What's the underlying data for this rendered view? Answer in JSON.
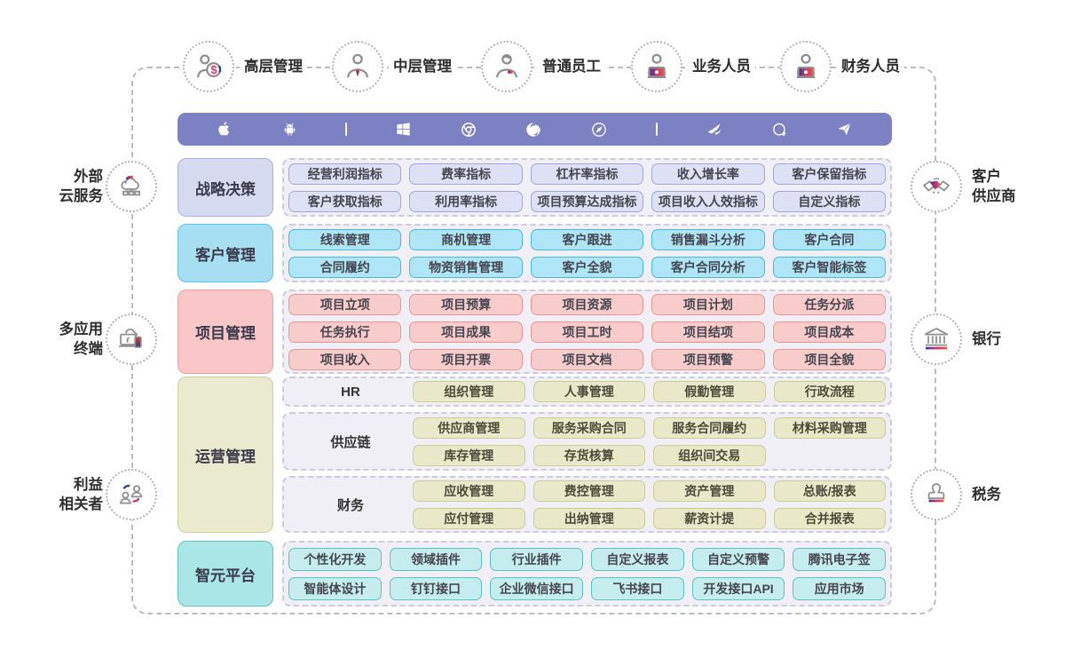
{
  "personas": [
    {
      "label": "高层管理",
      "icon": "executive-icon"
    },
    {
      "label": "中层管理",
      "icon": "manager-icon"
    },
    {
      "label": "普通员工",
      "icon": "employee-icon"
    },
    {
      "label": "业务人员",
      "icon": "business-user-icon"
    },
    {
      "label": "财务人员",
      "icon": "finance-user-icon"
    }
  ],
  "platform_bar": {
    "icons": [
      "apple-icon",
      "android-icon",
      "divider",
      "windows-icon",
      "chrome-icon",
      "firefox-icon",
      "safari-icon",
      "divider",
      "lark-icon",
      "chat-icon",
      "paper-plane-icon"
    ]
  },
  "left_nodes": [
    {
      "lines": [
        "外部",
        "云服务"
      ],
      "icon": "cloud-network-icon"
    },
    {
      "lines": [
        "多应用",
        "终端"
      ],
      "icon": "multi-device-icon"
    },
    {
      "lines": [
        "利益",
        "相关者"
      ],
      "icon": "stakeholders-icon"
    }
  ],
  "right_nodes": [
    {
      "lines": [
        "客户",
        "供应商"
      ],
      "icon": "handshake-icon"
    },
    {
      "lines": [
        "银行"
      ],
      "icon": "bank-icon"
    },
    {
      "lines": [
        "税务"
      ],
      "icon": "stamp-icon"
    }
  ],
  "sections": {
    "strategy": {
      "label": "战略决策",
      "chip_rows": [
        [
          "经营利润指标",
          "费率指标",
          "杠杆率指标",
          "收入增长率",
          "客户保留指标"
        ],
        [
          "客户获取指标",
          "利用率指标",
          "项目预算达成指标",
          "项目收入人效指标",
          "自定义指标"
        ]
      ]
    },
    "customer": {
      "label": "客户管理",
      "chip_rows": [
        [
          "线索管理",
          "商机管理",
          "客户跟进",
          "销售漏斗分析",
          "客户合同"
        ],
        [
          "合同履约",
          "物资销售管理",
          "客户全貌",
          "客户合同分析",
          "客户智能标签"
        ]
      ]
    },
    "project": {
      "label": "项目管理",
      "chip_rows": [
        [
          "项目立项",
          "项目预算",
          "项目资源",
          "项目计划",
          "任务分派"
        ],
        [
          "任务执行",
          "项目成果",
          "项目工时",
          "项目结项",
          "项目成本"
        ],
        [
          "项目收入",
          "项目开票",
          "项目文档",
          "项目预警",
          "项目全貌"
        ]
      ]
    },
    "operations": {
      "label": "运营管理",
      "subsections": [
        {
          "label": "HR",
          "chip_rows": [
            [
              "组织管理",
              "人事管理",
              "假勤管理",
              "行政流程"
            ]
          ]
        },
        {
          "label": "供应链",
          "chip_rows": [
            [
              "供应商管理",
              "服务采购合同",
              "服务合同履约",
              "材料采购管理"
            ],
            [
              "库存管理",
              "存货核算",
              "组织间交易"
            ]
          ]
        },
        {
          "label": "财务",
          "chip_rows": [
            [
              "应收管理",
              "费控管理",
              "资产管理",
              "总账/报表"
            ],
            [
              "应付管理",
              "出纳管理",
              "薪资计提",
              "合并报表"
            ]
          ]
        }
      ]
    },
    "platform": {
      "label": "智元平台",
      "chip_rows": [
        [
          "个性化开发",
          "领域插件",
          "行业插件",
          "自定义报表",
          "自定义预警",
          "腾讯电子签"
        ],
        [
          "智能体设计",
          "钉钉接口",
          "企业微信接口",
          "飞书接口",
          "开发接口API",
          "应用市场"
        ]
      ]
    }
  },
  "colors": {
    "frame_dash": "#bcbcbc",
    "bar_bg": "#7c81c4",
    "panel_bg": "#f0eff5",
    "panel_dash": "#ccccda",
    "strategy_label_bg": "#d6daf1",
    "strategy_label_border": "#a9b0e2",
    "strategy_chip_bg": "#dee1f5",
    "strategy_chip_border": "#9ea6da",
    "customer_label_bg": "#a6dff2",
    "customer_label_border": "#5ec4e2",
    "customer_chip_bg": "#aee6f8",
    "customer_chip_border": "#49b9dd",
    "project_label_bg": "#f9c7c7",
    "project_label_border": "#f19c9c",
    "project_chip_bg": "#f9cccc",
    "project_chip_border": "#ee9494",
    "operations_label_bg": "#eaeace",
    "operations_label_border": "#cfcfa2",
    "operations_chip_bg": "#e9e9ca",
    "operations_chip_border": "#cccc96",
    "platform_label_bg": "#abe6e6",
    "platform_label_border": "#5ac6c6",
    "platform_chip_bg": "#c6eded",
    "platform_chip_border": "#58c3c5",
    "brand_blue": "#2e3a8c",
    "brand_magenta": "#d6336c",
    "brand_orange": "#f0542d"
  }
}
